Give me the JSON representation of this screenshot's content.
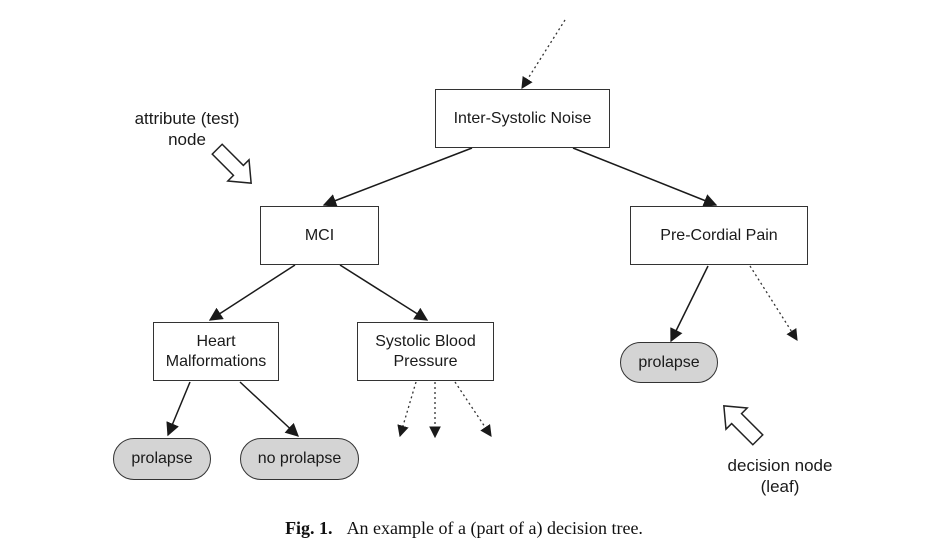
{
  "nodes": {
    "root": "Inter-Systolic Noise",
    "mci": "MCI",
    "pre_cordial": "Pre-Cordial Pain",
    "heart": [
      "Heart",
      "Malformations"
    ],
    "systolic": [
      "Systolic Blood",
      "Pressure"
    ]
  },
  "leaves": {
    "prolapse_left": "prolapse",
    "no_prolapse": "no prolapse",
    "prolapse_right": "prolapse"
  },
  "annotations": {
    "attribute": [
      "attribute (test)",
      "node"
    ],
    "decision": [
      "decision node",
      "(leaf)"
    ]
  },
  "caption": {
    "label": "Fig. 1.",
    "text": "An example of a (part of a) decision tree."
  }
}
